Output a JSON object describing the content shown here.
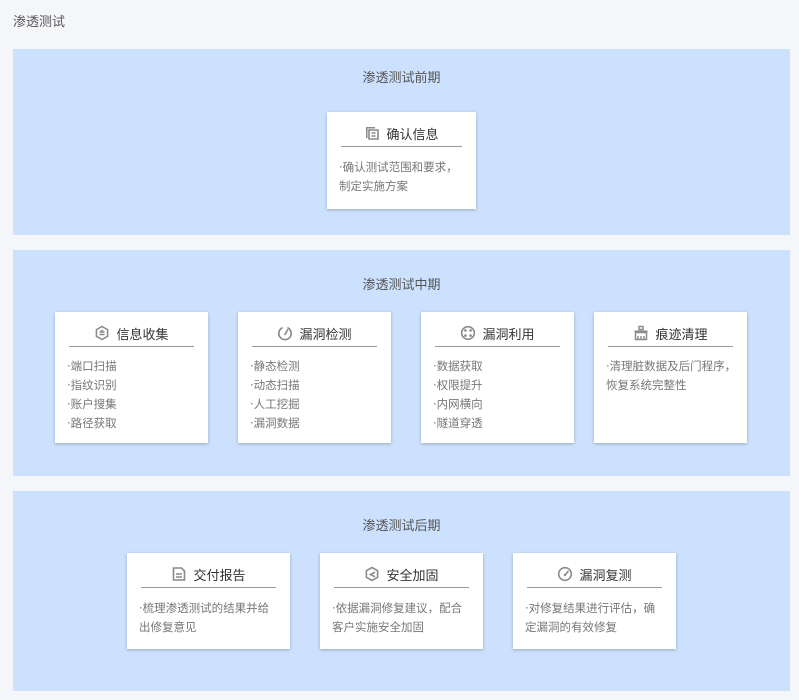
{
  "page": {
    "title": "渗透测试"
  },
  "colors": {
    "page_bg": "#f5f6fa",
    "section_bg": "#cce1fd",
    "card_bg": "#ffffff",
    "icon": "#8a8a8a",
    "rule": "#9a9a9a"
  },
  "sections": [
    {
      "title": "渗透测试前期",
      "cards": [
        {
          "title": "确认信息",
          "icon": "document-stack-icon",
          "description": "·确认测试范围和要求，制定实施方案"
        }
      ]
    },
    {
      "title": "渗透测试中期",
      "cards": [
        {
          "title": "信息收集",
          "icon": "hexagon-collect-icon",
          "items": [
            "·端口扫描",
            "·指纹识别",
            "·账户搜集",
            "·路径获取"
          ]
        },
        {
          "title": "漏洞检测",
          "icon": "gauge-icon",
          "items": [
            "·静态检测",
            "·动态扫描",
            "·人工挖掘",
            "·漏洞数据"
          ]
        },
        {
          "title": "漏洞利用",
          "icon": "target-icon",
          "items": [
            "·数据获取",
            "·权限提升",
            "·内网横向",
            "·隧道穿透"
          ]
        },
        {
          "title": "痕迹清理",
          "icon": "broom-icon",
          "description": "·清理脏数据及后门程序，恢复系统完整性"
        }
      ]
    },
    {
      "title": "渗透测试后期",
      "cards": [
        {
          "title": "交付报告",
          "icon": "report-icon",
          "description": "·梳理渗透测试的结果并给出修复意见"
        },
        {
          "title": "安全加固",
          "icon": "shield-reinforce-icon",
          "description": "·依据漏洞修复建议，配合客户实施安全加固"
        },
        {
          "title": "漏洞复测",
          "icon": "retest-gauge-icon",
          "description": "·对修复结果进行评估，确定漏洞的有效修复"
        }
      ]
    }
  ]
}
